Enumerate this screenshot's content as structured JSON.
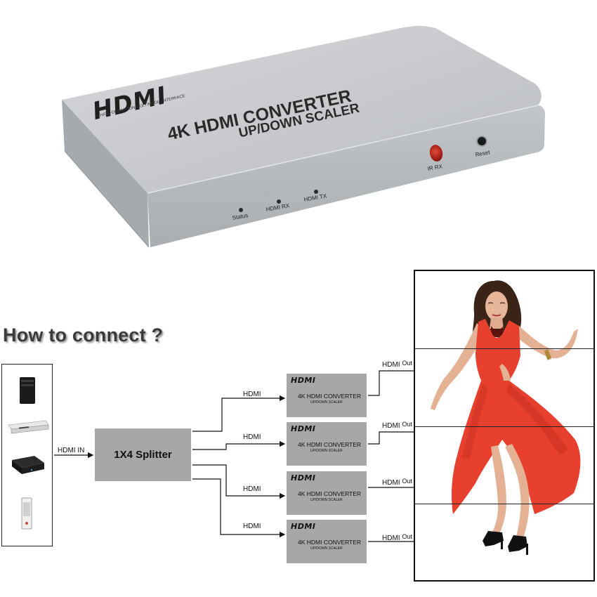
{
  "device": {
    "logo": "HDMI",
    "logo_sub": "HIGH-DEFINITION MULTIMEDIA INTERFACE",
    "title": "4K HDMI CONVERTER",
    "subtitle": "UP/DOWN SCALER",
    "labels": {
      "status": "Status",
      "hdmi_rx": "HDMI RX",
      "hdmi_tx": "HDMI TX",
      "ir_rx": "IR RX",
      "reset": "Reset"
    }
  },
  "heading": "How to connect ?",
  "diagram": {
    "input_label": "HDMI IN",
    "splitter_label": "1X4 Splitter",
    "branch_label": "HDMI",
    "out_label_hdmi": "HDMI",
    "out_label_out": "Out",
    "converter": {
      "logo": "HDMI",
      "title": "4K HDMI CONVERTER",
      "subtitle": "UP/DOWN SCALER"
    },
    "sources": [
      "game-console",
      "dvd-player",
      "set-top-box",
      "media-player"
    ],
    "display_content": "woman-in-red-dress-photo"
  },
  "colors": {
    "device_body": "#c9cbce",
    "splitter_fill": "#a7a7a7",
    "converter_fill": "#a7a7a7",
    "dress": "#e8402e",
    "ir_window": "#b8221b"
  }
}
